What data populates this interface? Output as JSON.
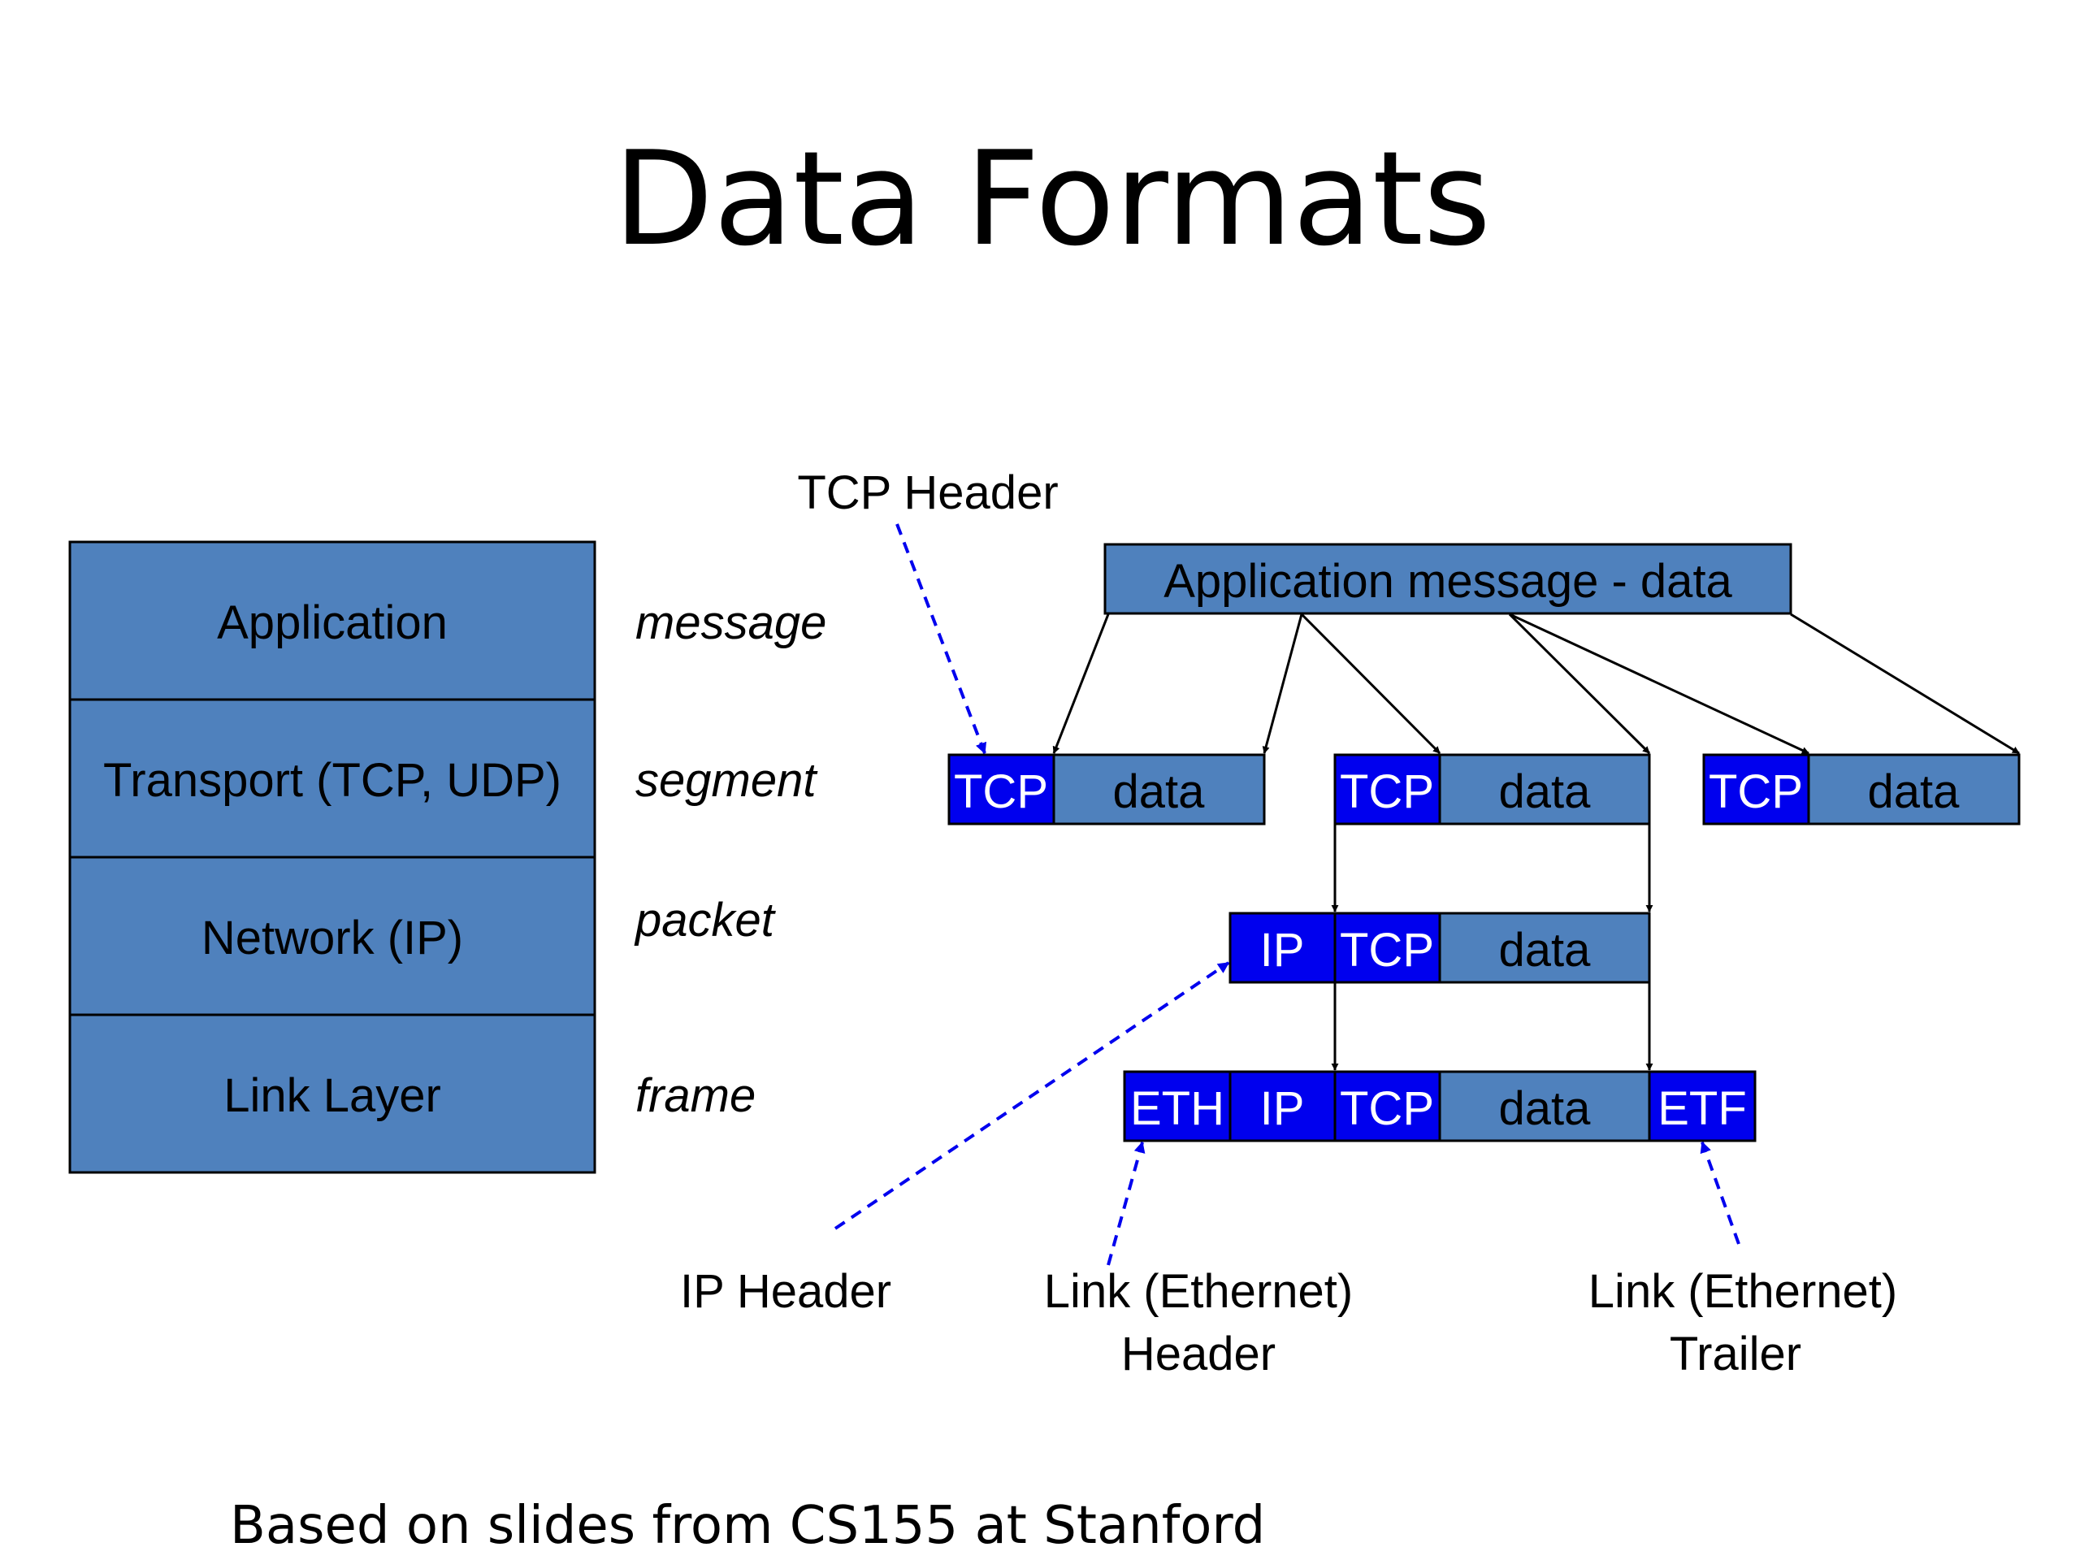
{
  "slide": {
    "title": "Data Formats",
    "footer": "Based on slides from CS155 at Stanford"
  },
  "layers": [
    "Application",
    "Transport (TCP, UDP)",
    "Network (IP)",
    "Link Layer"
  ],
  "pdu_names": [
    "message",
    "segment",
    "packet",
    "frame"
  ],
  "blocks": {
    "app_message": "Application message - data",
    "tcp": "TCP",
    "data": "data",
    "ip": "IP",
    "eth": "ETH",
    "etf": "ETF"
  },
  "annotations": {
    "tcp_header": "TCP Header",
    "ip_header": "IP Header",
    "link_header": [
      "Link (Ethernet)",
      "Header"
    ],
    "link_trailer": [
      "Link (Ethernet)",
      "Trailer"
    ]
  },
  "colors": {
    "layer_fill": "#4f81bd",
    "header_fill": "#0000ee",
    "annotation_arrow": "#0000ee",
    "outline": "#000000",
    "text": "#000000",
    "header_text": "#ffffff"
  }
}
